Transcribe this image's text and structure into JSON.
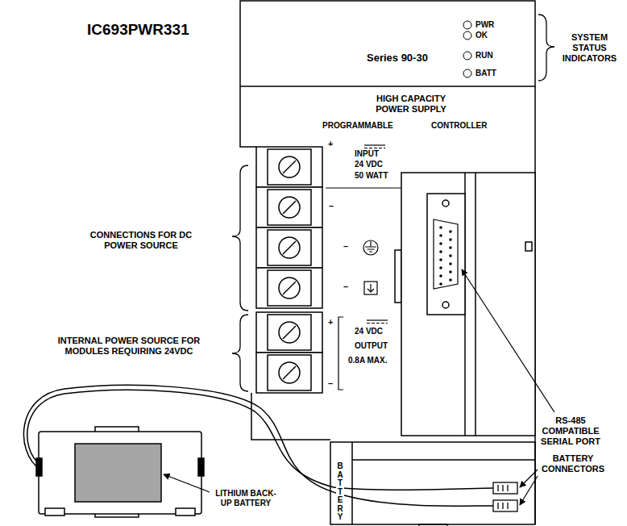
{
  "diagram": {
    "title": "IC693PWR331",
    "labels": [
      "PWR",
      "OK",
      "RUN",
      "BATT",
      "Series 90-30",
      "SYSTEM STATUS INDICATORS",
      "HIGH CAPACITY POWER SUPPLY",
      "PROGRAMMABLE",
      "CONTROLLER",
      "+",
      "INPUT",
      "24 VDC",
      "50 WATT",
      "–",
      "–",
      "–",
      "+",
      "24 VDC",
      "OUTPUT",
      "0.8A MAX.",
      "–",
      "CONNECTIONS FOR DC POWER SOURCE",
      "INTERNAL POWER SOURCE FOR MODULES REQUIRING 24VDC",
      "RS-485 COMPATIBLE SERIAL PORT",
      "BATTERY",
      "BATTERY CONNECTORS",
      "LITHIUM BACK-UP BATTERY"
    ]
  }
}
